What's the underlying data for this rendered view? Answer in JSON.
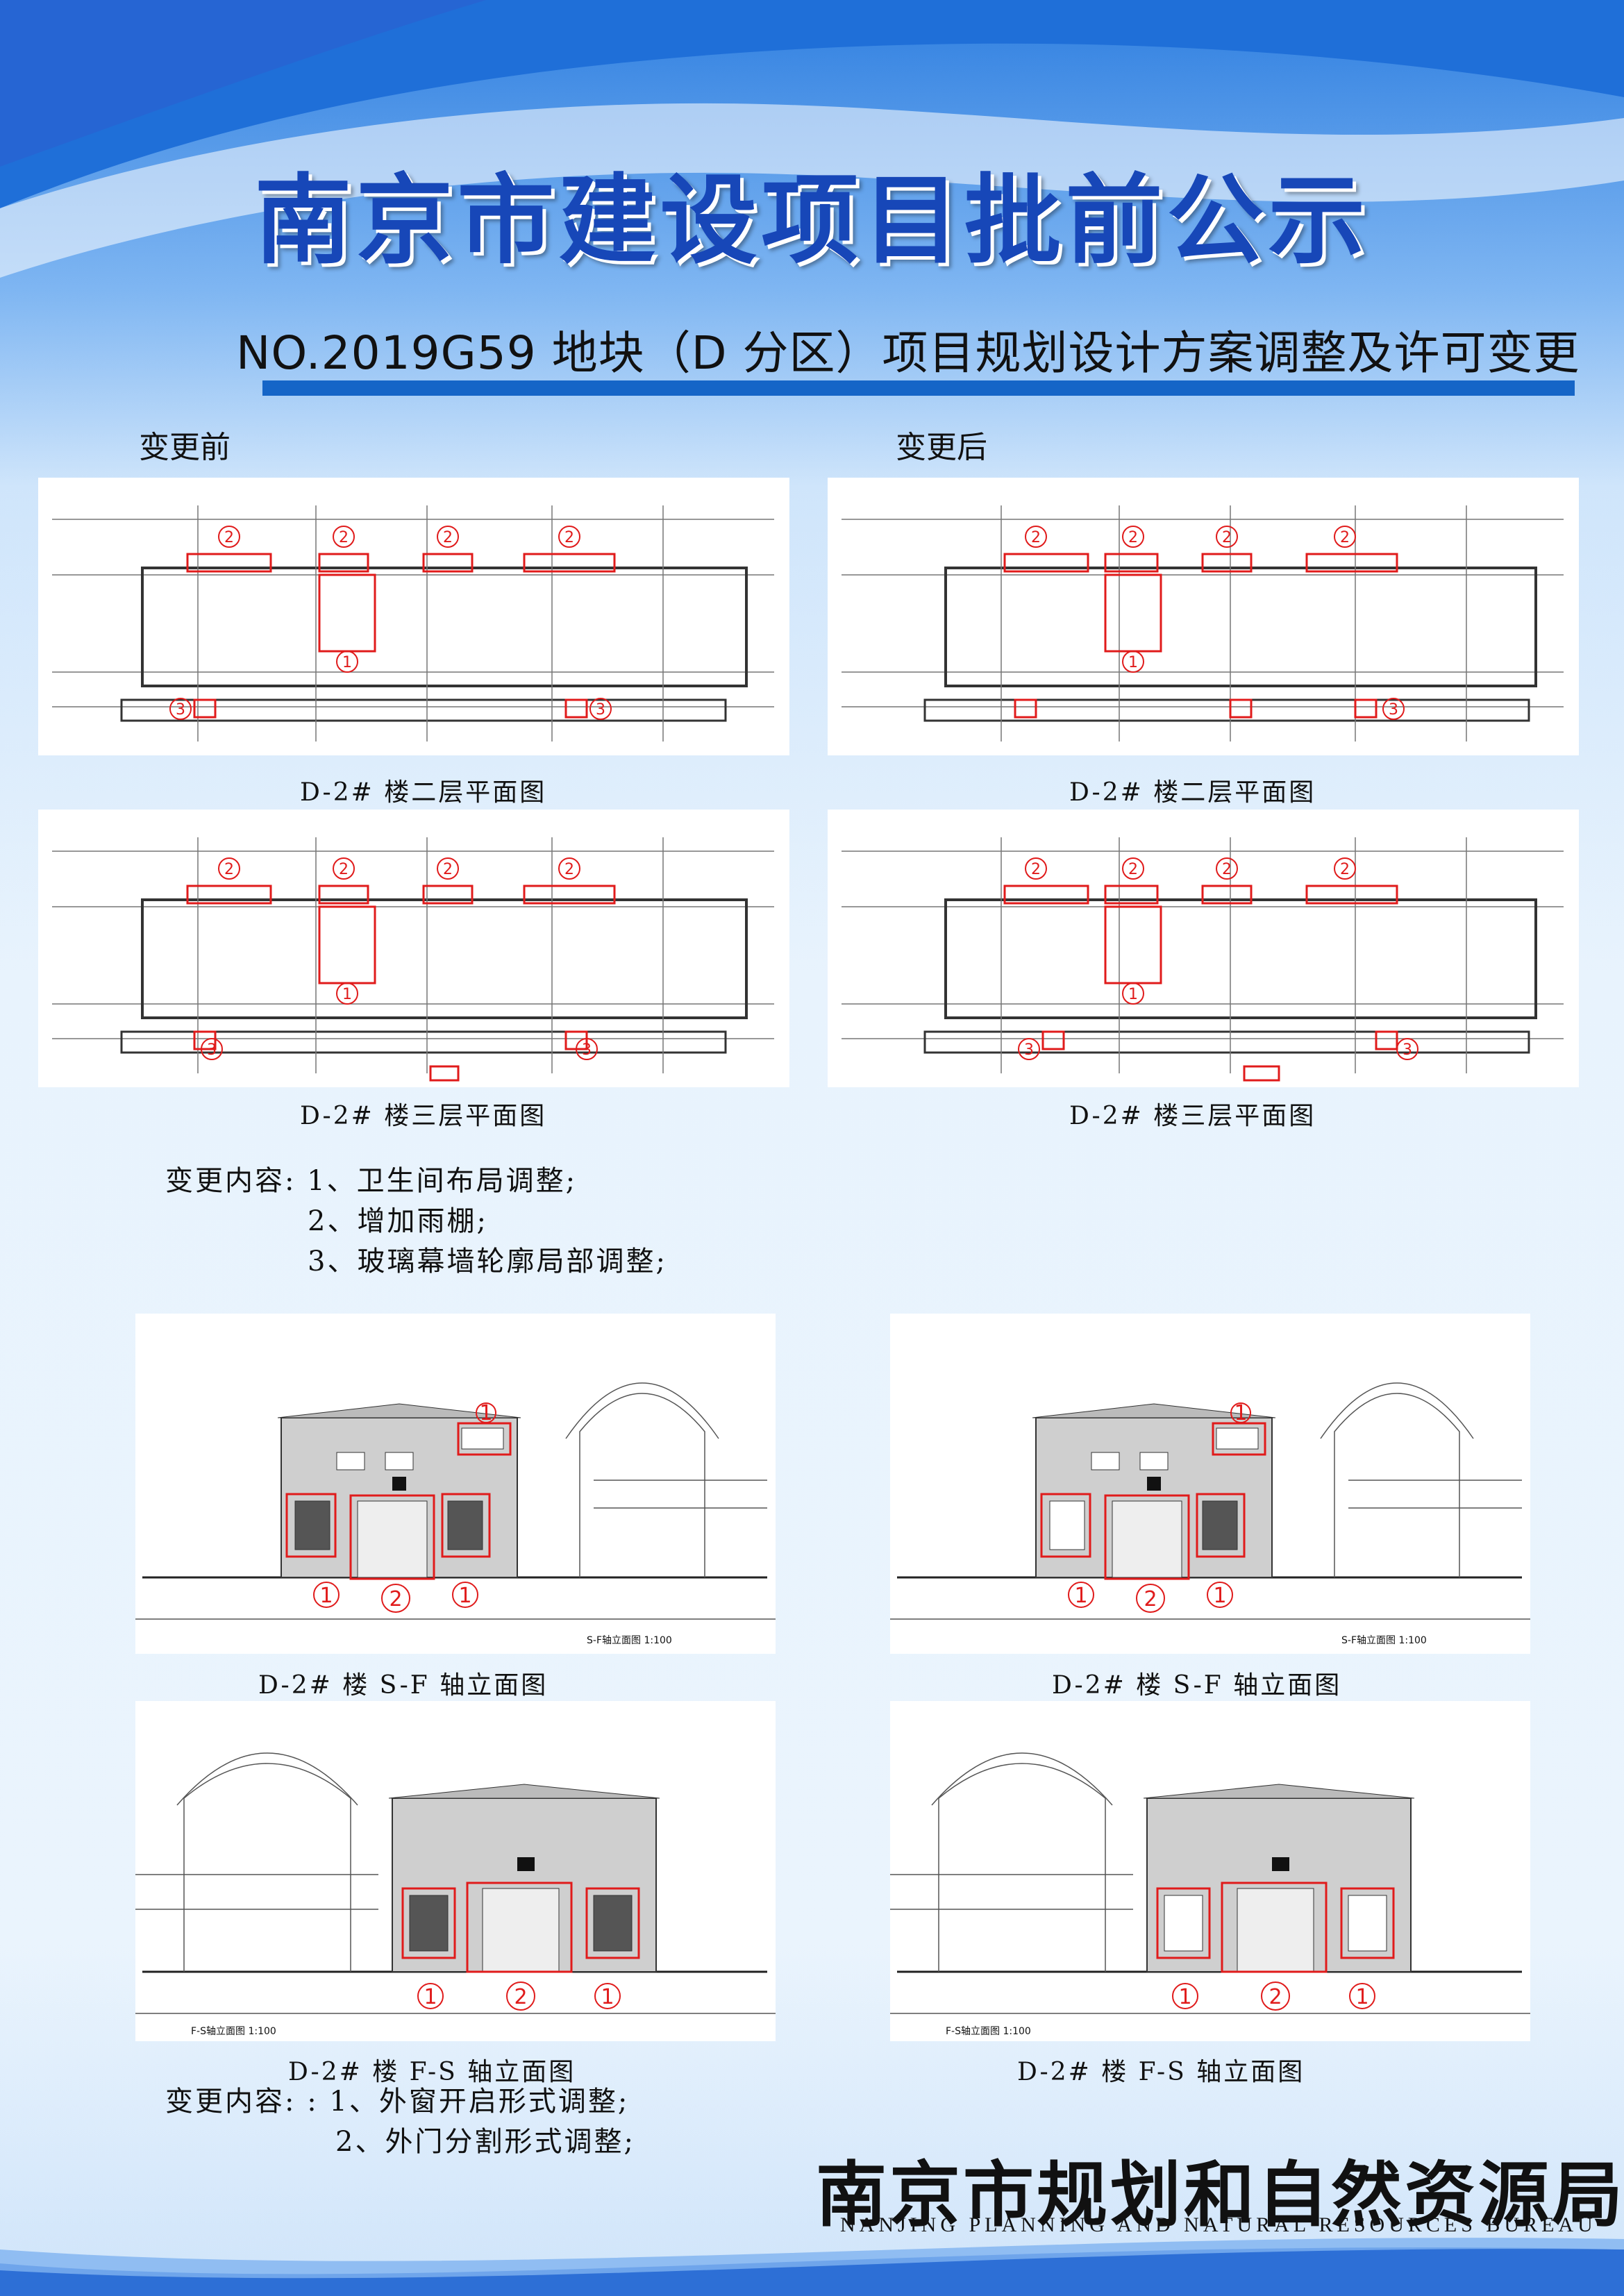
{
  "header": {
    "title": "南京市建设项目批前公示",
    "subtitle": "NO.2019G59 地块（D 分区）项目规划设计方案调整及许可变更"
  },
  "labels": {
    "before": "变更前",
    "after": "变更后"
  },
  "plans": {
    "floor2_before_caption": "D-2# 楼二层平面图",
    "floor2_after_caption": "D-2# 楼二层平面图",
    "floor3_before_caption": "D-2# 楼三层平面图",
    "floor3_after_caption": "D-2# 楼三层平面图",
    "markers": [
      "1",
      "2",
      "3"
    ]
  },
  "notes1": {
    "line1": "变更内容: 1、卫生间布局调整;",
    "line2": "2、增加雨棚;",
    "line3": "3、玻璃幕墙轮廓局部调整;"
  },
  "elevations": {
    "sf_before_caption": "D-2# 楼 S-F 轴立面图",
    "sf_after_caption": "D-2# 楼 S-F 轴立面图",
    "fs_before_caption": "D-2# 楼 F-S 轴立面图",
    "fs_after_caption": "D-2# 楼 F-S 轴立面图",
    "sf_drawing_title": "S-F轴立面图 1:100",
    "fs_drawing_title": "F-S轴立面图 1:100"
  },
  "notes2": {
    "line1": "变更内容: : 1、外窗开启形式调整;",
    "line2": "2、外门分割形式调整;"
  },
  "footer": {
    "org_cn": "南京市规划和自然资源局",
    "org_en": "NANJING PLANNING AND NATURAL RESOURCES BUREAU"
  },
  "colors": {
    "title": "#1747b8",
    "rule": "#1565c7",
    "markup": "#e01b1b"
  }
}
